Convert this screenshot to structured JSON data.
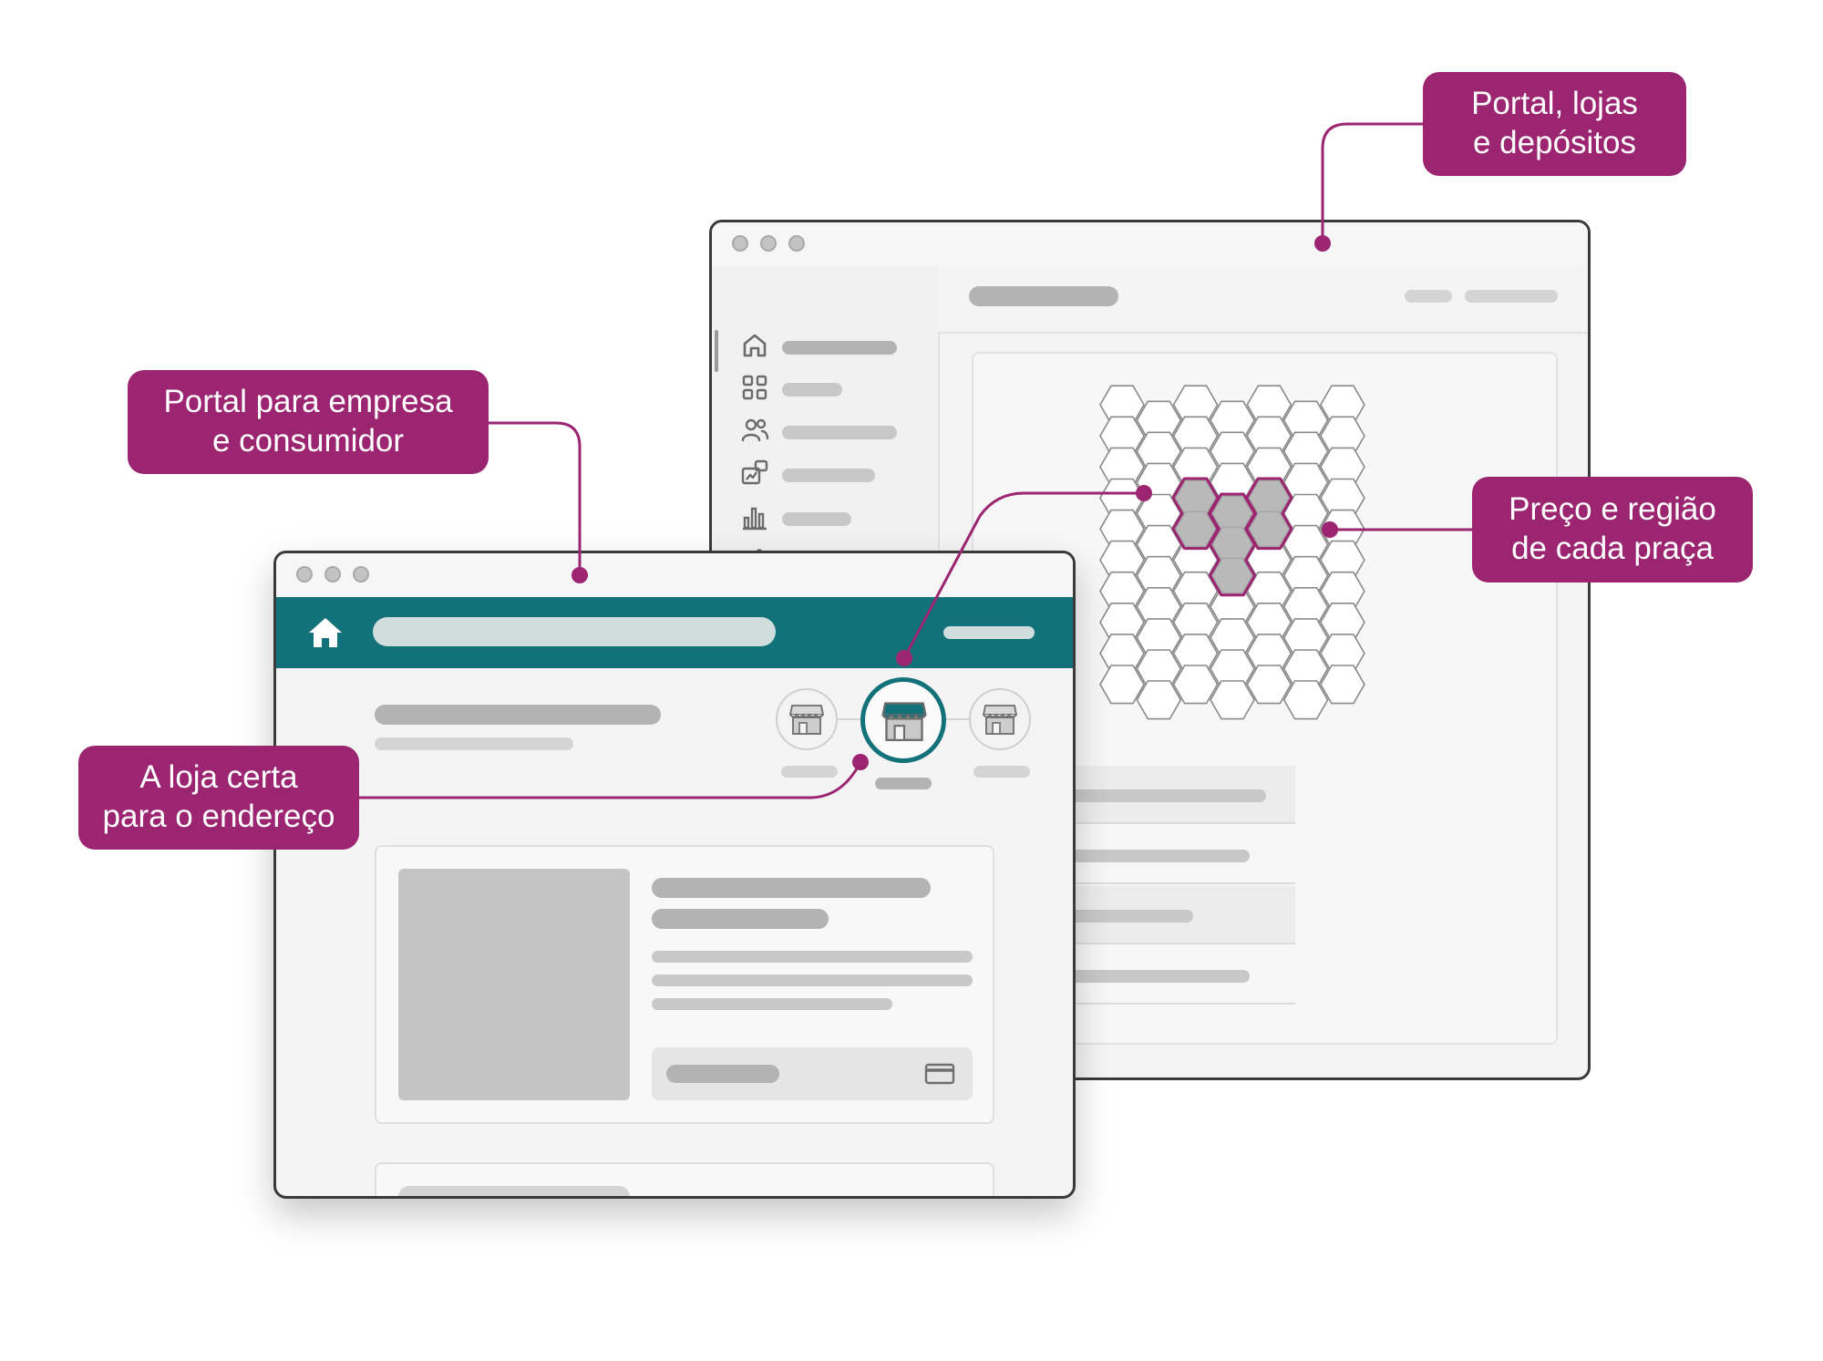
{
  "callouts": {
    "portal_lojas": "Portal, lojas\ne depósitos",
    "portal_empresa": "Portal para empresa\ne consumidor",
    "preco_regiao": "Preço e região\nde cada praça",
    "loja_certa": "A loja certa\npara o endereço"
  },
  "icons": {
    "sidebar": [
      "home-icon",
      "grid-icon",
      "users-icon",
      "chart-box-icon",
      "bar-chart-icon",
      "filters-icon"
    ],
    "store": "store-icon",
    "header_home": "home-icon",
    "card": "credit-card-icon"
  },
  "colors": {
    "accent": "#9c2572",
    "teal": "#137179",
    "highlight_fill": "#b9b9b9",
    "hex_stroke": "#8a8a8a"
  }
}
